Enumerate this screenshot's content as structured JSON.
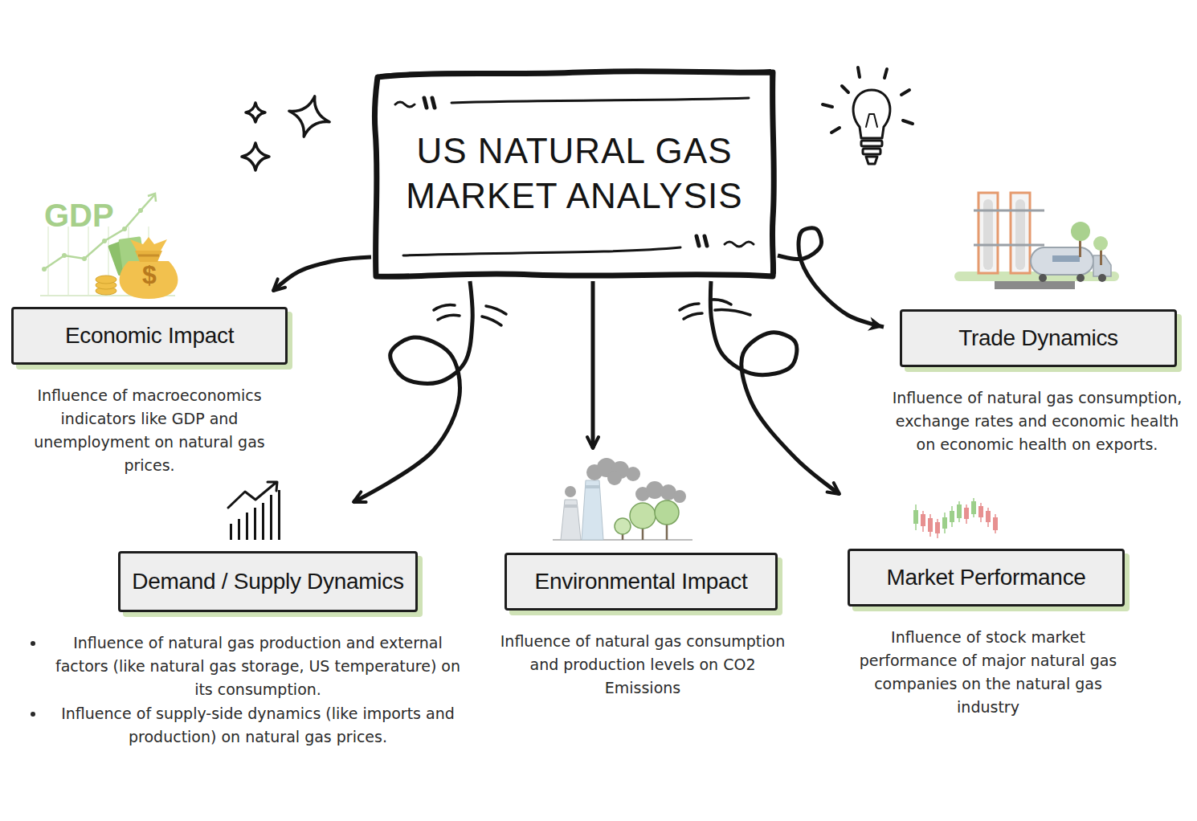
{
  "diagram": {
    "nodes": [
      {
        "text": [
          "US NATURAL GAS MARKET ANALYSIS"
        ]
      },
      {
        "text": [
          "Economic Impact",
          "Influence of macroeconomics indicators like GDP and unemployment on natural gas prices."
        ]
      },
      {
        "text": [
          "Trade Dynamics",
          "Influence of natural gas consumption, exchange rates and economic health on economic health on exports."
        ]
      },
      {
        "text": [
          "Demand / Supply Dynamics",
          "Influence of natural gas production and external factors (like natural gas storage, US temperature) on its consumption.",
          "Influence of supply-side dynamics (like imports and production) on natural gas prices."
        ]
      },
      {
        "text": [
          "Environmental Impact",
          "Influence of natural gas consumption and production levels on CO2 Emissions"
        ]
      },
      {
        "text": [
          "Market Performance",
          "Influence of stock market performance of major natural gas companies on the natural gas industry"
        ]
      }
    ],
    "edges": [
      {
        "from": 0,
        "to": 1,
        "arrow": "to"
      },
      {
        "from": 0,
        "to": 2,
        "arrow": "to"
      },
      {
        "from": 0,
        "to": 3,
        "arrow": "to"
      },
      {
        "from": 0,
        "to": 4,
        "arrow": "to"
      },
      {
        "from": 0,
        "to": 5,
        "arrow": "to"
      }
    ],
    "labels": [
      "GDP",
      "$"
    ]
  }
}
